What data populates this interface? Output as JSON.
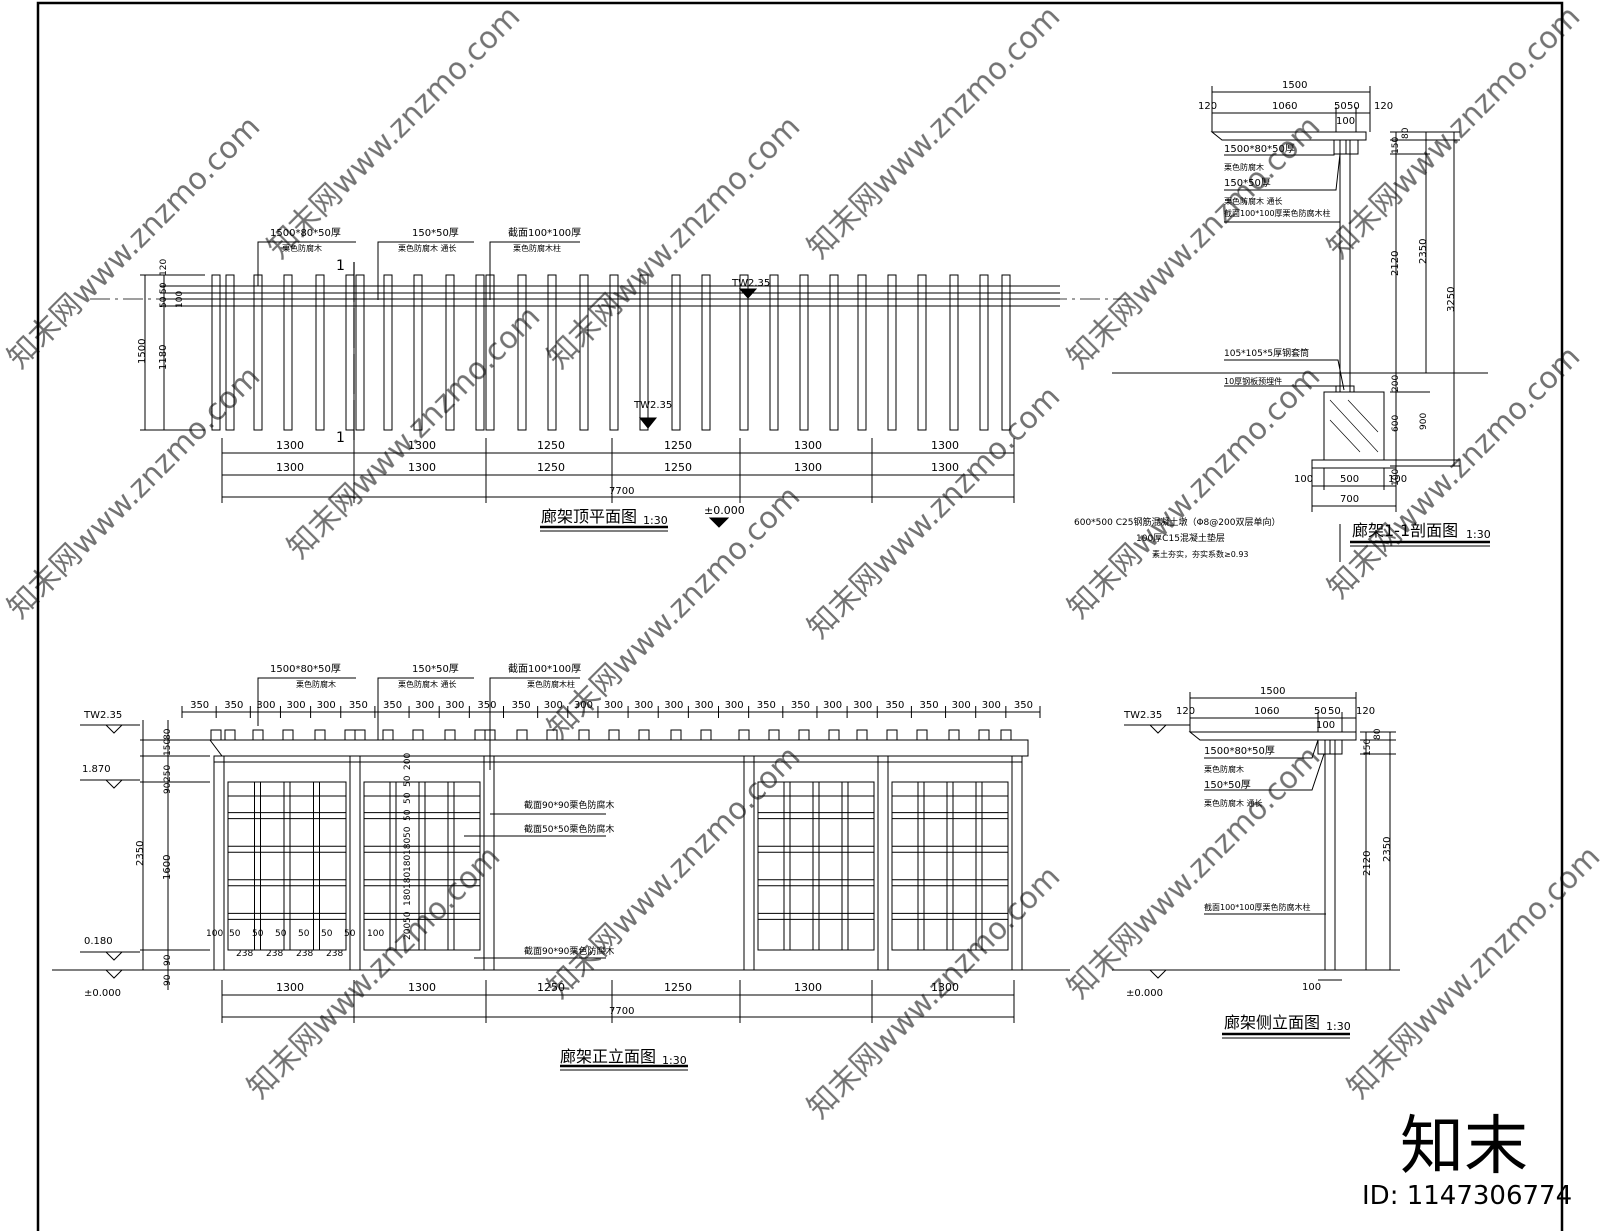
{
  "plan": {
    "title": "廊架顶平面图",
    "scale": "1:30",
    "callouts": [
      {
        "size": "1500*80*50厚",
        "desc": "栗色防腐木"
      },
      {
        "size": "150*50厚",
        "desc": "栗色防腐木  通长"
      },
      {
        "size": "截面100*100厚",
        "desc": "栗色防腐木柱"
      }
    ],
    "tw_labels": [
      "TW2.35",
      "TW2.35"
    ],
    "section_mark": "1",
    "dims_row1": [
      "1300",
      "1300",
      "1250",
      "1250",
      "1300",
      "1300"
    ],
    "dims_row2": [
      "1300",
      "1300",
      "1250",
      "1250",
      "1300",
      "1300"
    ],
    "total": "7700",
    "left_dims": [
      "120",
      "50",
      "50",
      "100",
      "1180",
      "1500"
    ],
    "level": "±0.000"
  },
  "section": {
    "title": "廊架1-1剖面图",
    "scale": "1:30",
    "top_dims": {
      "total": "1500",
      "left": "120",
      "mid": "1060",
      "a": "50",
      "b": "50",
      "right": "120",
      "post": "100"
    },
    "callouts": [
      "1500*80*50厚",
      "栗色防腐木",
      "150*50厚",
      "栗色防腐木  通长",
      "截面100*100厚栗色防腐木柱",
      "105*105*5厚钢套筒",
      "10厚钢板预埋件"
    ],
    "right_dims": [
      "80",
      "150",
      "2120",
      "2350",
      "3250",
      "200",
      "600",
      "900",
      "100"
    ],
    "bottom_dims": [
      "100",
      "500",
      "100",
      "700"
    ],
    "notes": [
      "600*500 C25钢筋混凝土墩（Φ8@200双层单向）",
      "100厚C15混凝土垫层",
      "素土夯实，夯实系数≥0.93"
    ]
  },
  "front": {
    "title": "廊架正立面图",
    "scale": "1:30",
    "callouts": [
      {
        "size": "1500*80*50厚",
        "desc": "栗色防腐木"
      },
      {
        "size": "150*50厚",
        "desc": "栗色防腐木  通长"
      },
      {
        "size": "截面100*100厚",
        "desc": "栗色防腐木柱"
      }
    ],
    "top_dims": [
      "350",
      "350",
      "300",
      "300",
      "300",
      "350",
      "350",
      "300",
      "300",
      "350",
      "350",
      "300",
      "300",
      "300",
      "300",
      "300",
      "300",
      "300",
      "350",
      "350",
      "300",
      "300",
      "350",
      "350",
      "300",
      "300",
      "350"
    ],
    "levels": [
      "TW2.35",
      "1.870",
      "0.180",
      "±0.000"
    ],
    "left_dims": [
      "80",
      "150",
      "250",
      "90",
      "2350",
      "1600",
      "90",
      "90"
    ],
    "inner_dims": [
      "200",
      "50",
      "50",
      "50",
      "50",
      "180",
      "180",
      "180",
      "180",
      "50",
      "200"
    ],
    "bottom_small": [
      "100",
      "50",
      "50",
      "50",
      "50",
      "50",
      "50",
      "100"
    ],
    "bottom_238": [
      "238",
      "238",
      "238",
      "238"
    ],
    "inner_notes": [
      "截面90*90栗色防腐木",
      "截面50*50栗色防腐木",
      "截面90*90栗色防腐木"
    ],
    "dims_row": [
      "1300",
      "1300",
      "1250",
      "1250",
      "1300",
      "1300"
    ],
    "total": "7700"
  },
  "side": {
    "title": "廊架侧立面图",
    "scale": "1:30",
    "top_dims": {
      "total": "1500",
      "left": "120",
      "mid": "1060",
      "a": "50",
      "b": "50",
      "right": "120",
      "post": "100"
    },
    "callouts": [
      "1500*80*50厚",
      "栗色防腐木",
      "150*50厚",
      "栗色防腐木  通长",
      "截面100*100厚栗色防腐木柱"
    ],
    "levels": [
      "TW2.35",
      "±0.000"
    ],
    "right_dims": [
      "80",
      "150",
      "2120",
      "2350"
    ],
    "bottom_dim": "100"
  },
  "watermark": {
    "text": "知末网www.znzmo.com",
    "brand": "知末",
    "id": "ID: 1147306774",
    "color": "#c8c8c8"
  }
}
